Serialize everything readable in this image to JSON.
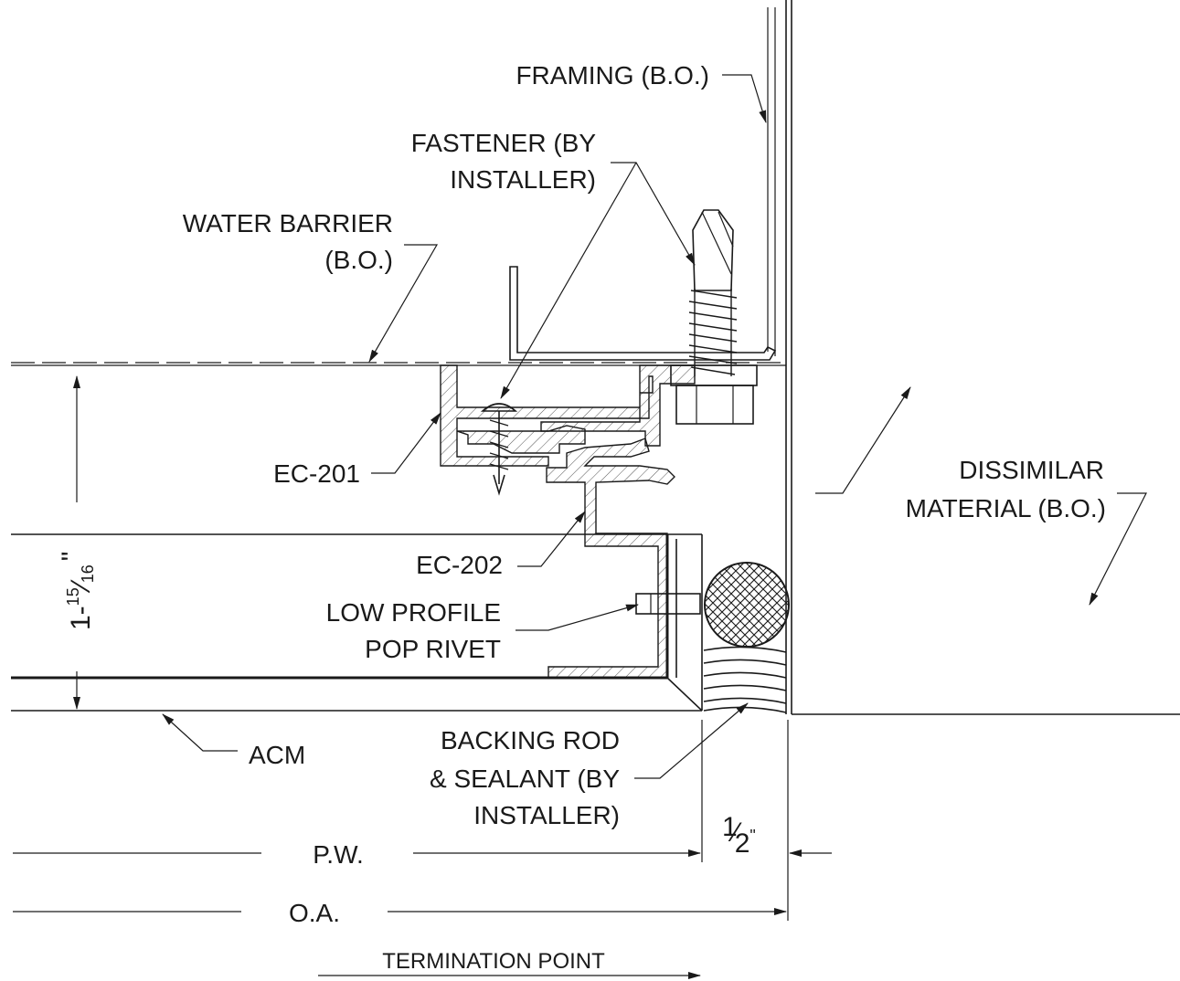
{
  "labels": {
    "framing": "FRAMING (B.O.)",
    "fastener_1": "FASTENER (BY",
    "fastener_2": "INSTALLER)",
    "water_barrier_1": "WATER BARRIER",
    "water_barrier_2": "(B.O.)",
    "ec201": "EC-201",
    "ec202": "EC-202",
    "rivet_1": "LOW PROFILE",
    "rivet_2": "POP RIVET",
    "dissimilar_1": "DISSIMILAR",
    "dissimilar_2": "MATERIAL  (B.O.)",
    "acm": "ACM",
    "backing_1": "BACKING ROD",
    "backing_2": "& SEALANT (BY",
    "backing_3": "INSTALLER)",
    "pw": "P.W.",
    "oa": "O.A.",
    "termination": "TERMINATION POINT"
  },
  "dimensions": {
    "depth_whole": "1-",
    "depth_num": "15",
    "depth_den": "16",
    "depth_inch": "\"",
    "gap_num": "1",
    "gap_den": "2",
    "gap_inch": "\""
  }
}
